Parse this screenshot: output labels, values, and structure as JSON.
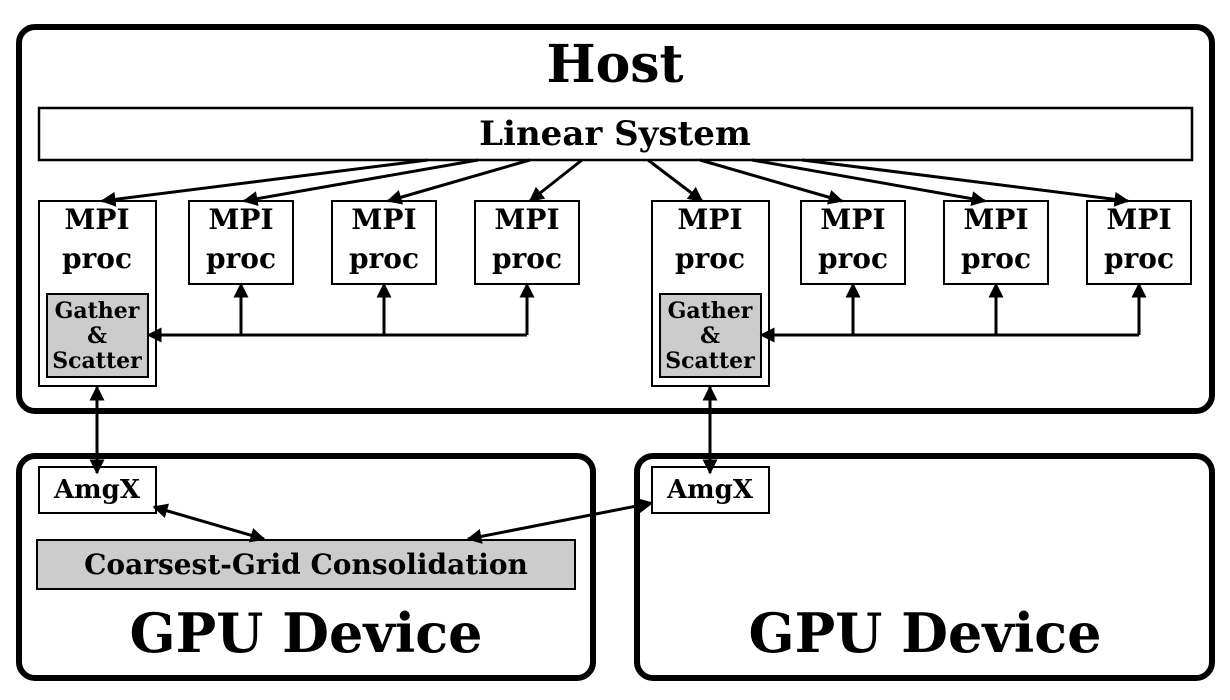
{
  "host": {
    "title": "Host"
  },
  "linear_system": {
    "label": "Linear System"
  },
  "mpi_proc": {
    "line1": "MPI",
    "line2": "proc"
  },
  "gather_scatter": {
    "line1": "Gather",
    "line2": "&",
    "line3": "Scatter"
  },
  "amgx": {
    "label": "AmgX"
  },
  "coarsest": {
    "label": "Coarsest-Grid Consolidation"
  },
  "gpu_device": {
    "title": "GPU Device"
  },
  "colors": {
    "stroke": "#000000",
    "fill_gray": "#cccccc",
    "background": "#ffffff"
  }
}
